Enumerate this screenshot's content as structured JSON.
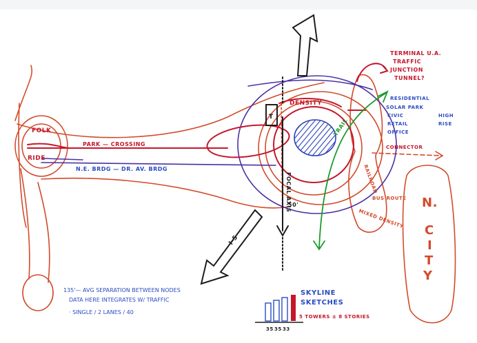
{
  "colors": {
    "orange": "#d24a2b",
    "red": "#c4172b",
    "purple": "#4a2fa6",
    "blue": "#2a4cc0",
    "green": "#1a9a2a",
    "black": "#1c1c1c",
    "paper": "#ffffff",
    "border": "#f4f5f7"
  },
  "labels": {
    "west_node_top": "FOLK",
    "west_node_bottom": "RIDE",
    "red_axis_label": "PARK — CROSSING",
    "blue_axis_label": "N.E. BRDG — DR. AV. BRDG",
    "center_tag_top": "DENSITY",
    "center_box": "T",
    "vertical_axis_label": "FOCAL AXIS",
    "vertical_axis_mark": "50'",
    "green_diagonal_label": "TRAIL",
    "red_note_line1": "TERMINAL U.A.",
    "red_note_line2": "TRAFFIC",
    "red_note_line3": "JUNCTION",
    "red_note_line4": "TUNNEL?",
    "blue_note_line1": "RESIDENTIAL",
    "blue_note_line2": "SOLAR PARK",
    "blue_note_line3": "CIVIC",
    "blue_note_line4": "RETAIL",
    "blue_note_line5": "OFFICE",
    "blue_side_note1": "HIGH",
    "blue_side_note2": "RISE",
    "red_dashed_label": "CONNECTOR",
    "orange_route_label1": "BUS ROUTE",
    "orange_route_label2": "MIXED DENSITY",
    "orange_route_label3": "RAILROAD",
    "north_city_line1": "N.",
    "north_city_line2": "C",
    "north_city_line3": "I",
    "north_city_line4": "T",
    "north_city_line5": "Y",
    "diagonal_arrow_label": "I-5",
    "bottom_note_line1": "135'— AVG SEPARATION BETWEEN NODES",
    "bottom_note_line2": "DATA HERE INTEGRATES W/ TRAFFIC",
    "bottom_note_line3": "· SINGLE / 2 LANES / 40",
    "skyline_label1": "SKYLINE",
    "skyline_label2": "SKETCHES",
    "skyline_small_note": "5 TOWERS ± 8 STORIES",
    "skyline_bar_labels": [
      "35",
      "35",
      "33"
    ]
  }
}
